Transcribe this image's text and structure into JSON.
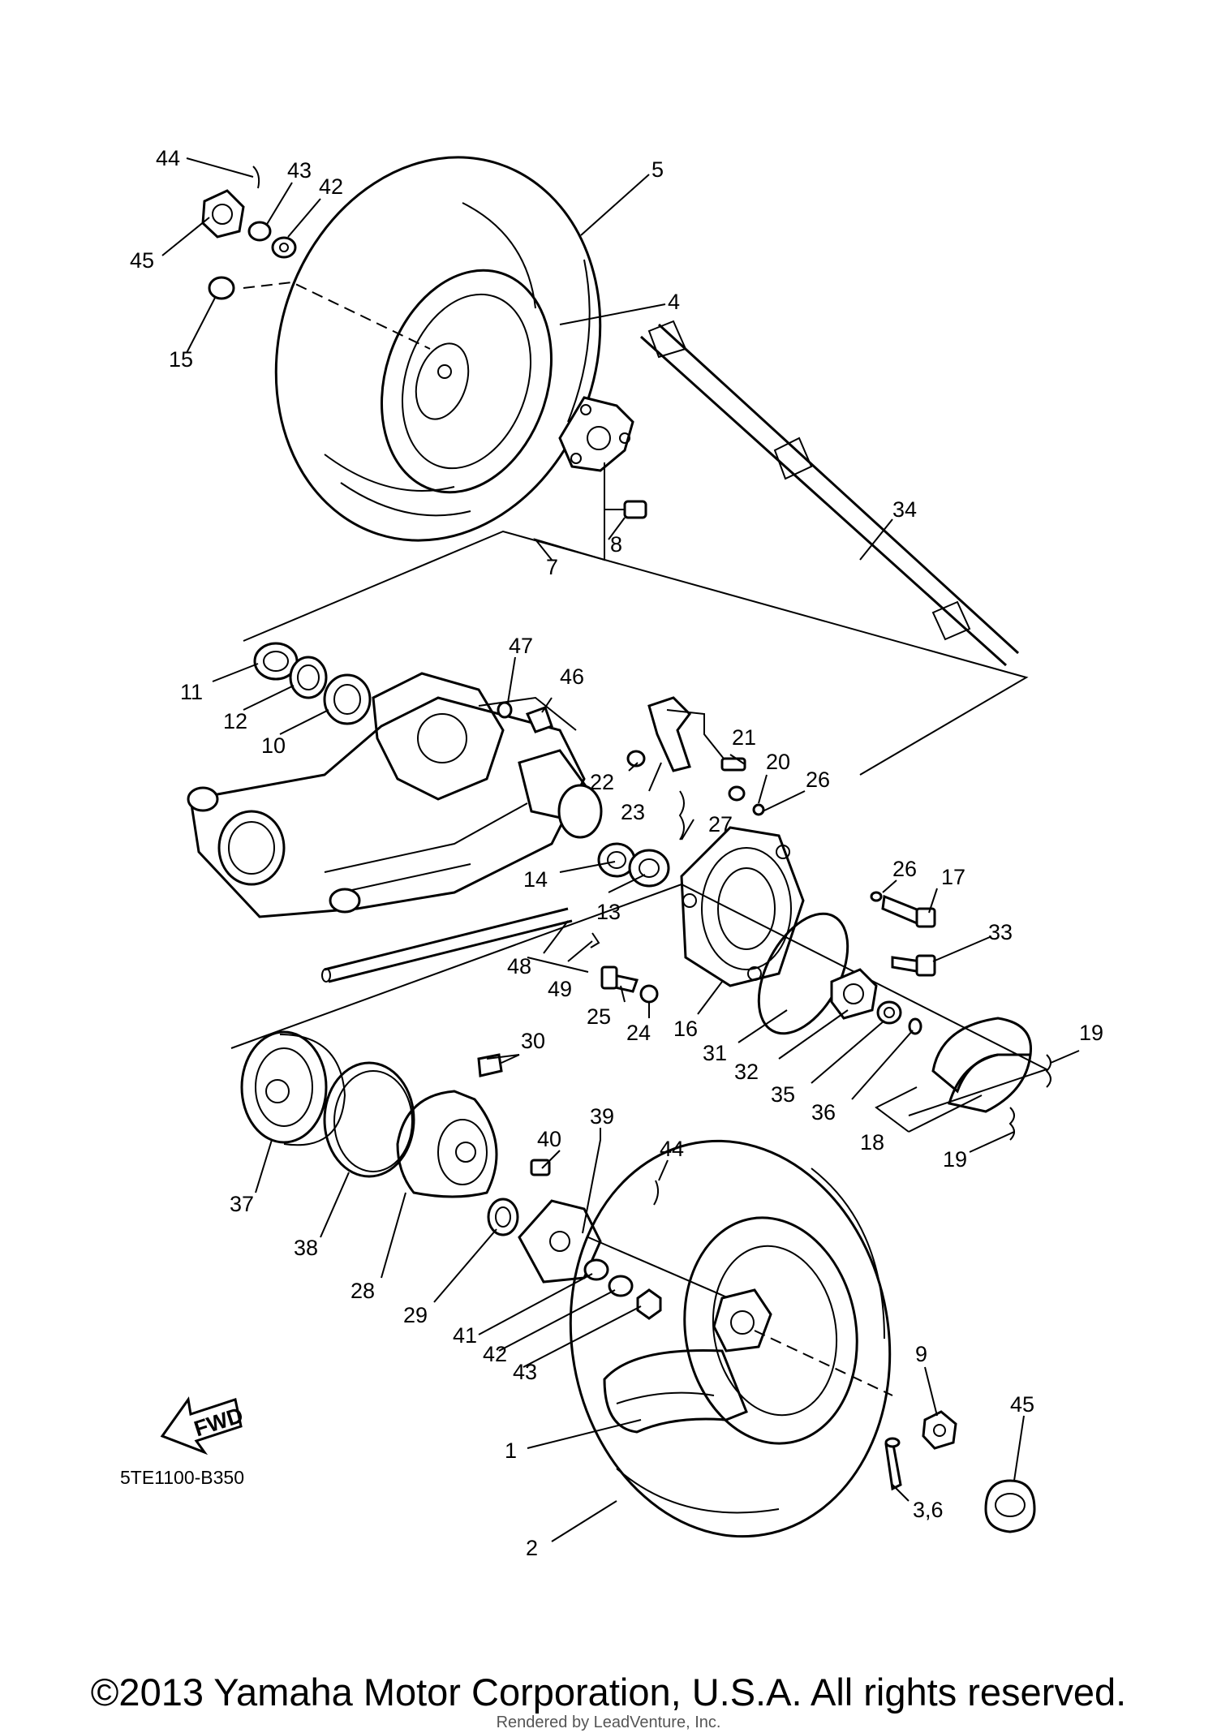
{
  "drawing_code": "5TE1100-B350",
  "fwd_label": "FWD",
  "copyright": "©2013 Yamaha Motor Corporation, U.S.A. All rights reserved.",
  "watermark": "Rendered by LeadVenture, Inc.",
  "callouts": [
    "44",
    "43",
    "42",
    "45",
    "15",
    "5",
    "4",
    "8",
    "7",
    "34",
    "47",
    "46",
    "11",
    "12",
    "10",
    "21",
    "20",
    "22",
    "23",
    "26",
    "27",
    "14",
    "13",
    "26",
    "17",
    "48",
    "49",
    "25",
    "24",
    "16",
    "33",
    "31",
    "32",
    "35",
    "36",
    "19",
    "18",
    "19",
    "30",
    "37",
    "38",
    "28",
    "39",
    "40",
    "44",
    "29",
    "41",
    "42",
    "43",
    "9",
    "45",
    "1",
    "2",
    "3,6"
  ]
}
